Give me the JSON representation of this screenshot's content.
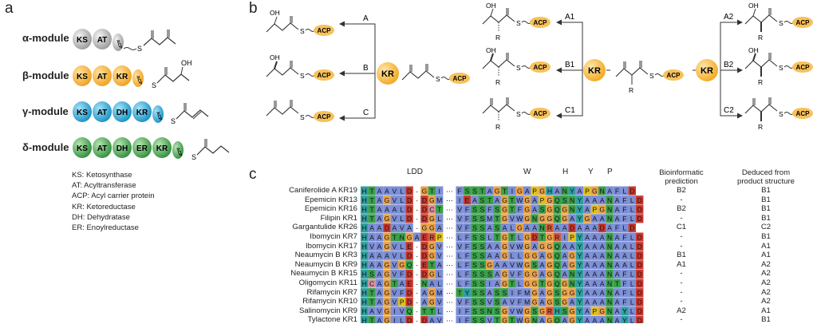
{
  "panels": {
    "a": "a",
    "b": "b",
    "c": "c"
  },
  "colors": {
    "grey_domain": "#bfbfbf",
    "orange_domain": "#f5a623",
    "blue_domain": "#22a6d6",
    "green_domain": "#3aa04a",
    "acp_fill": "#f7c15a"
  },
  "panel_a": {
    "modules": [
      {
        "name": "α-module",
        "color": "#8c8c8c",
        "domains": [
          "KS",
          "AT",
          "ACP"
        ]
      },
      {
        "name": "β-module",
        "color": "#f0a020",
        "domains": [
          "KS",
          "AT",
          "KR",
          "ACP"
        ]
      },
      {
        "name": "γ-module",
        "color": "#1fa3d8",
        "domains": [
          "KS",
          "AT",
          "DH",
          "KR",
          "ACP"
        ]
      },
      {
        "name": "δ-module",
        "color": "#3aa04a",
        "domains": [
          "KS",
          "AT",
          "DH",
          "ER",
          "KR",
          "ACP"
        ]
      }
    ],
    "legend": [
      "KS: Ketosynthase",
      "AT: Acyltransferase",
      "ACP: Acyl carrier protein",
      "KR: Ketoreductase",
      "DH: Dehydratase",
      "ER: Enoylreductase"
    ]
  },
  "panel_b": {
    "kr_label": "KR",
    "acp_label": "ACP",
    "s_label": "S",
    "oh_label": "OH",
    "r_label": "R",
    "left_arrows": [
      "A",
      "B",
      "C"
    ],
    "middle_arrows": [
      "A1",
      "B1",
      "C1"
    ],
    "right_arrows": [
      "A2",
      "B2",
      "C2"
    ]
  },
  "panel_c": {
    "motif_labels": [
      "LDD",
      "W",
      "H",
      "Y",
      "P"
    ],
    "header_prediction": [
      "Bioinformatic",
      "prediction"
    ],
    "header_deduced": [
      "Deduced from",
      "product structure"
    ],
    "ellipsis": "···",
    "rows": [
      {
        "name": "Caniferolide A KR19",
        "pred": "B2",
        "deduced": "B1",
        "seq": "HTAAVLD-GTIFSSTAGTIGAPGHANYAPGNAFLD"
      },
      {
        "name": "Epemicin KR13",
        "pred": "-",
        "deduced": "B1",
        "seq": "HTAGVLD-DGMIEASTAGTWGAPGQSNYAAANAFLD"
      },
      {
        "name": "Epemicin KR16",
        "pred": "B2",
        "deduced": "B1",
        "seq": "HTAAALD-DCTVFSSFSGTFGASGQGNYAPGNAFLD"
      },
      {
        "name": "Filipin KR1",
        "pred": "-",
        "deduced": "B1",
        "seq": "HTAGVLD-DGLVFSSMTGVWGNGGQGAYGAANAFLD"
      },
      {
        "name": "Gargantulide KR26",
        "pred": "C1",
        "deduced": "C2",
        "seq": "HAADAVA-GGAVFSSASALGAANRAADAAADAFLD"
      },
      {
        "name": "Ibomycin KR7",
        "pred": "-",
        "deduced": "B1",
        "seq": "HAAGTNGAERPLFSSLTGTLGDTGRIPYAAANAFLD"
      },
      {
        "name": "Ibomycin KR17",
        "pred": "-",
        "deduced": "A1",
        "seq": "HVAGVLE-DGVVFSSAAGVWGAGGQAAYAAANAALD"
      },
      {
        "name": "Neaumycin B KR3",
        "pred": "B1",
        "deduced": "A1",
        "seq": "HAAAVLD-DGVLFSSAAGLLGGAGQAGYAAANAALD"
      },
      {
        "name": "Neaumycin B KR9",
        "pred": "A1",
        "deduced": "A2",
        "seq": "HAAGVGQ-ETALFSSGAAVWGSAGQAGYAAANAALD"
      },
      {
        "name": "Neaumycin B KR15",
        "pred": "-",
        "deduced": "A2",
        "seq": "HSAGVFD-DGLLFSSSAGVFGGAGQANYAAANAFLD"
      },
      {
        "name": "Oligomycin KR11",
        "pred": "-",
        "deduced": "A2",
        "seq": "HCAGTAE-NALLFSSIAGTLGGTGQGNYAAANTFLD"
      },
      {
        "name": "Rifamycin KR7",
        "pred": "-",
        "deduced": "A2",
        "seq": "HTAGVFD-AGMTYSSASSIFMGAGSGGYAAANAFLD"
      },
      {
        "name": "Rifamycin KR10",
        "pred": "-",
        "deduced": "A2",
        "seq": "HTAGVPD-AGVVFSSVSAVFMGAGSGAYAAANAFLD"
      },
      {
        "name": "Salinomycin KR9",
        "pred": "A2",
        "deduced": "A1",
        "seq": "HAVGIVQ-TTLIFSSNSGVWGSGRHSGYAPGNAYLD"
      },
      {
        "name": "Tylactone KR1",
        "pred": "-",
        "deduced": "B1",
        "seq": "HTAGILD-DAVIFSSVTGTWGNAGQAGYAAANAYLD"
      }
    ]
  }
}
